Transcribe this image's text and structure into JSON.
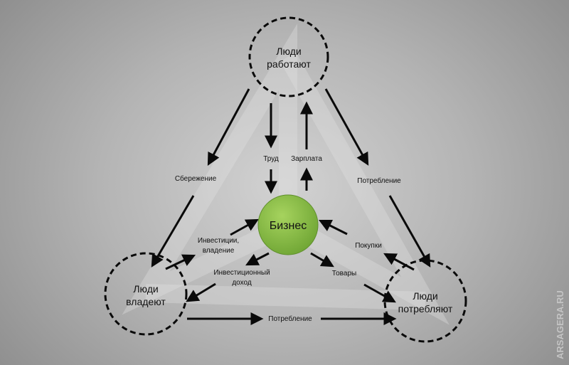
{
  "nodes": {
    "top": [
      "Люди",
      "работают"
    ],
    "left": [
      "Люди",
      "владеют"
    ],
    "right": [
      "Люди",
      "потребляют"
    ],
    "center": "Бизнес"
  },
  "flows": {
    "labor": "Труд",
    "salary": "Зарплата",
    "savings": "Сбережение",
    "consumption_right": "Потребление",
    "investment": [
      "Инвестиции,",
      "владение"
    ],
    "investment_income": [
      "Инвестиционный",
      "доход"
    ],
    "goods": "Товары",
    "purchases": "Покупки",
    "consumption_bottom": "Потребление"
  },
  "watermark": "ARSAGERA.RU",
  "colors": {
    "business": "#8dbf45",
    "arrow": "#0a0a0a"
  }
}
